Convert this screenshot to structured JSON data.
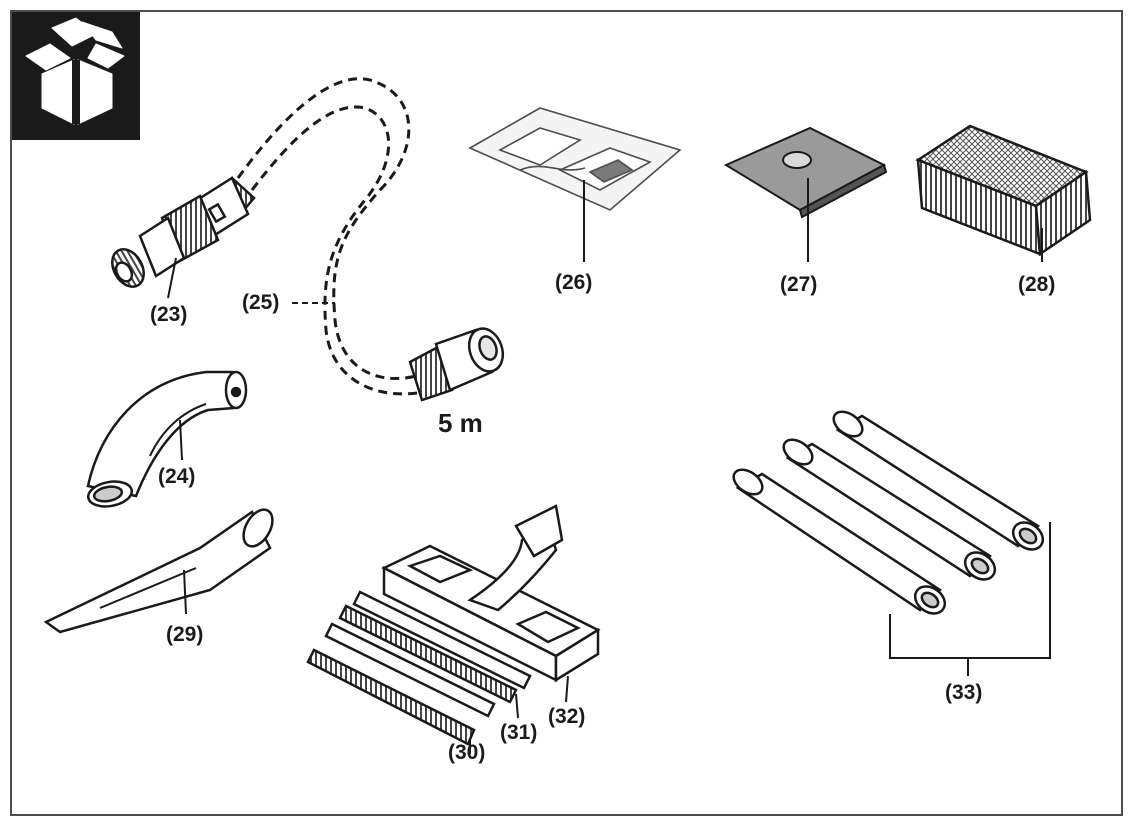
{
  "figure": {
    "icon": "open-box-icon",
    "hose_length": "5 m",
    "callouts": {
      "c23": "(23)",
      "c24": "(24)",
      "c25": "(25)",
      "c26": "(26)",
      "c27": "(27)",
      "c28": "(28)",
      "c29": "(29)",
      "c30": "(30)",
      "c31": "(31)",
      "c32": "(32)",
      "c33": "(33)"
    },
    "colors": {
      "ink": "#1a1a1a",
      "grey": "#8c8c8c",
      "light": "#e6e6e6"
    }
  }
}
